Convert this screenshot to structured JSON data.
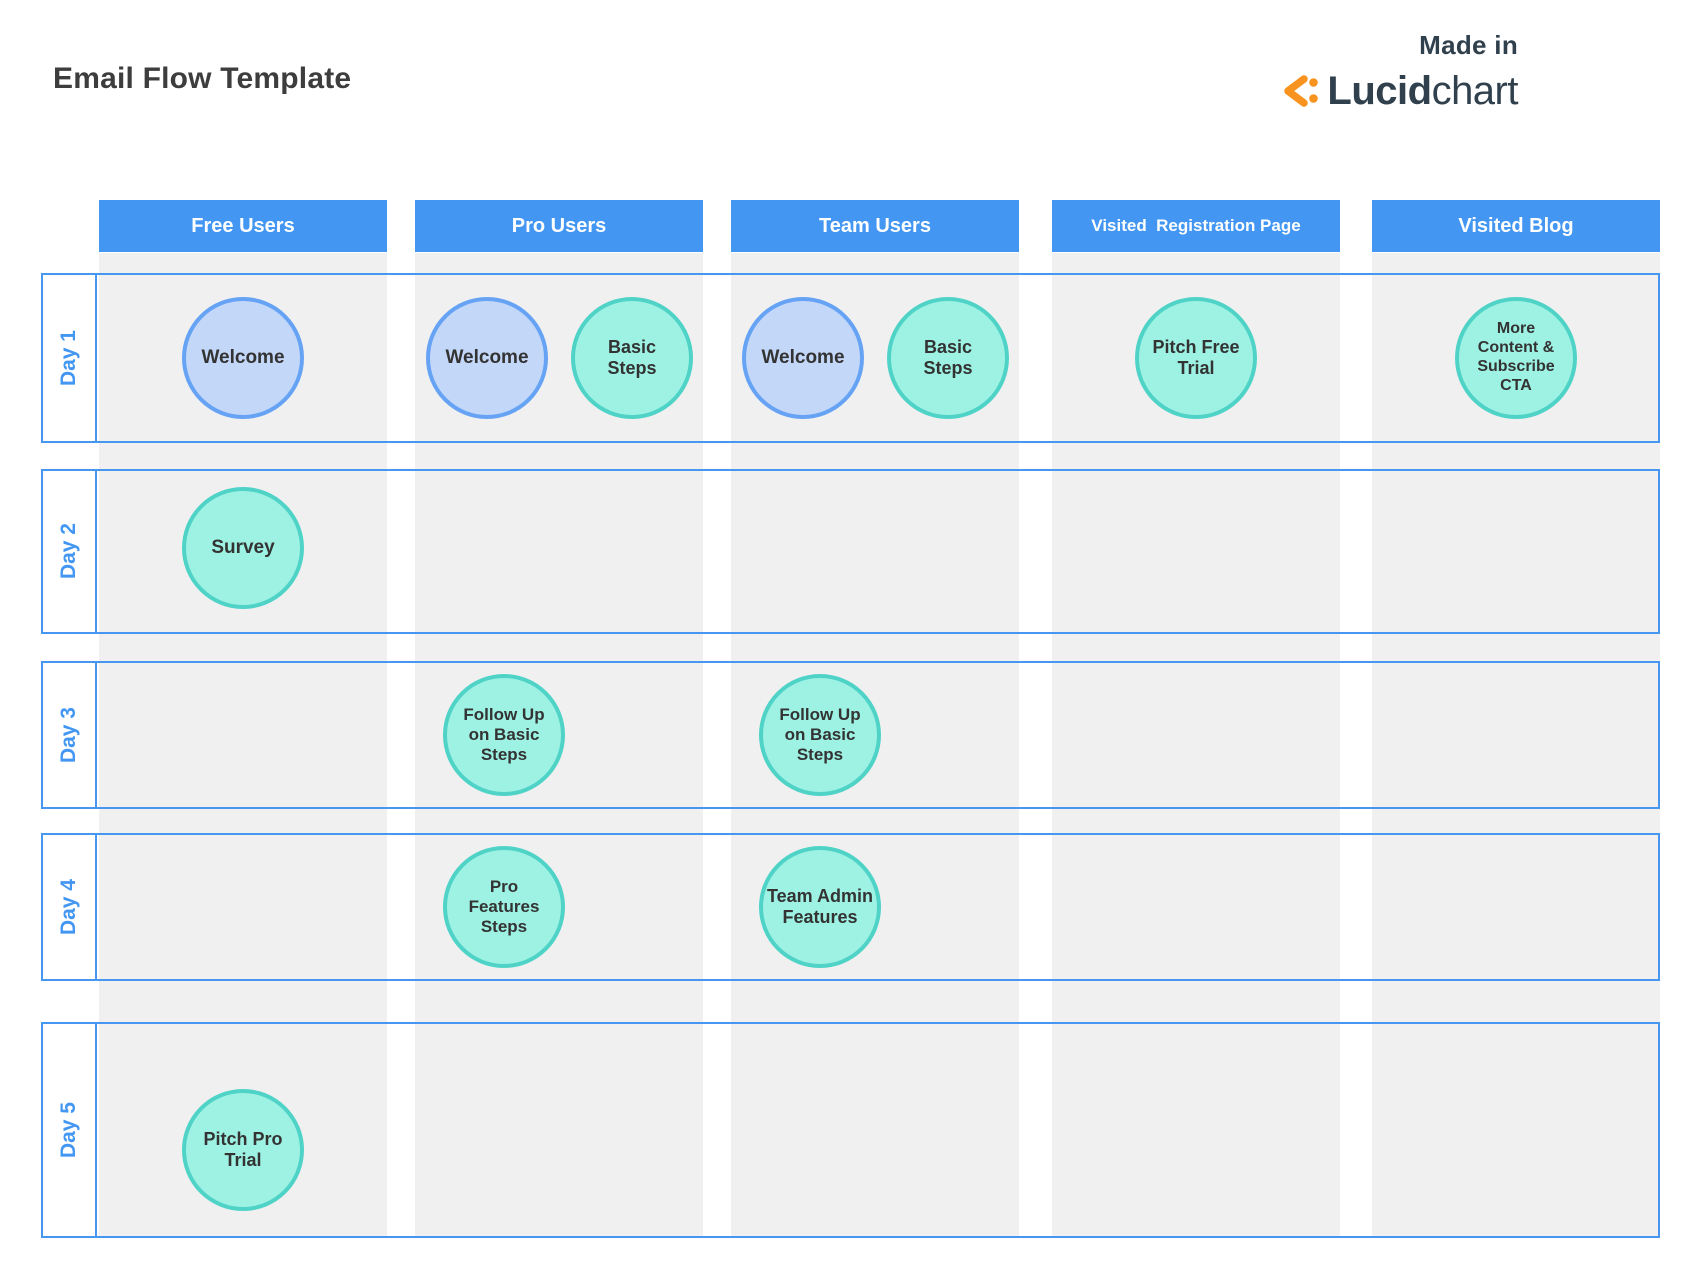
{
  "page": {
    "title": "Email Flow Template"
  },
  "branding": {
    "made_in": "Made in",
    "logo_text_bold": "Lucid",
    "logo_text_regular": "chart",
    "logo_icon": "lucidchart-icon"
  },
  "colors": {
    "header_blue": "#4397f2",
    "row_border_blue": "#4797f0",
    "day_label_blue": "#4397f2",
    "lane_gray": "#f0f0f1",
    "node_blue_fill": "#c3d7f9",
    "node_blue_border": "#66a3f4",
    "node_teal_fill": "#9ef2e3",
    "node_teal_border": "#4fd3c7",
    "lucid_orange": "#f7931e",
    "title_text": "#3d3d3d",
    "node_text": "#333333"
  },
  "board": {
    "columns": [
      {
        "label": "Free Users"
      },
      {
        "label": "Pro Users"
      },
      {
        "label": "Team Users"
      },
      {
        "label": "Visited  Registration Page"
      },
      {
        "label": "Visited Blog"
      }
    ],
    "rows": [
      {
        "label": "Day 1"
      },
      {
        "label": "Day 2"
      },
      {
        "label": "Day 3"
      },
      {
        "label": "Day 4"
      },
      {
        "label": "Day 5"
      }
    ],
    "nodes": [
      {
        "row": 0,
        "col": 0,
        "color": "blue",
        "slot": "center",
        "lines": [
          "Welcome"
        ]
      },
      {
        "row": 0,
        "col": 1,
        "color": "blue",
        "slot": "left",
        "lines": [
          "Welcome"
        ]
      },
      {
        "row": 0,
        "col": 1,
        "color": "teal",
        "slot": "right",
        "lines": [
          "Basic",
          "Steps"
        ]
      },
      {
        "row": 0,
        "col": 2,
        "color": "blue",
        "slot": "left",
        "lines": [
          "Welcome"
        ]
      },
      {
        "row": 0,
        "col": 2,
        "color": "teal",
        "slot": "right",
        "lines": [
          "Basic",
          "Steps"
        ]
      },
      {
        "row": 0,
        "col": 3,
        "color": "teal",
        "slot": "center",
        "lines": [
          "Pitch Free",
          "Trial"
        ]
      },
      {
        "row": 0,
        "col": 4,
        "color": "teal",
        "slot": "center",
        "lines": [
          "More",
          "Content &",
          "Subscribe",
          "CTA"
        ]
      },
      {
        "row": 1,
        "col": 0,
        "color": "teal",
        "slot": "center",
        "lines": [
          "Survey"
        ]
      },
      {
        "row": 2,
        "col": 1,
        "color": "teal",
        "slot": "offset-left",
        "lines": [
          "Follow Up",
          "on Basic",
          "Steps"
        ]
      },
      {
        "row": 2,
        "col": 2,
        "color": "teal",
        "slot": "offset-left",
        "lines": [
          "Follow Up",
          "on Basic",
          "Steps"
        ]
      },
      {
        "row": 3,
        "col": 1,
        "color": "teal",
        "slot": "offset-left",
        "lines": [
          "Pro",
          "Features",
          "Steps"
        ]
      },
      {
        "row": 3,
        "col": 2,
        "color": "teal",
        "slot": "offset-left",
        "lines": [
          "Team Admin",
          "Features"
        ]
      },
      {
        "row": 4,
        "col": 0,
        "color": "teal",
        "slot": "center",
        "lines": [
          "Pitch Pro",
          "Trial"
        ]
      }
    ]
  }
}
